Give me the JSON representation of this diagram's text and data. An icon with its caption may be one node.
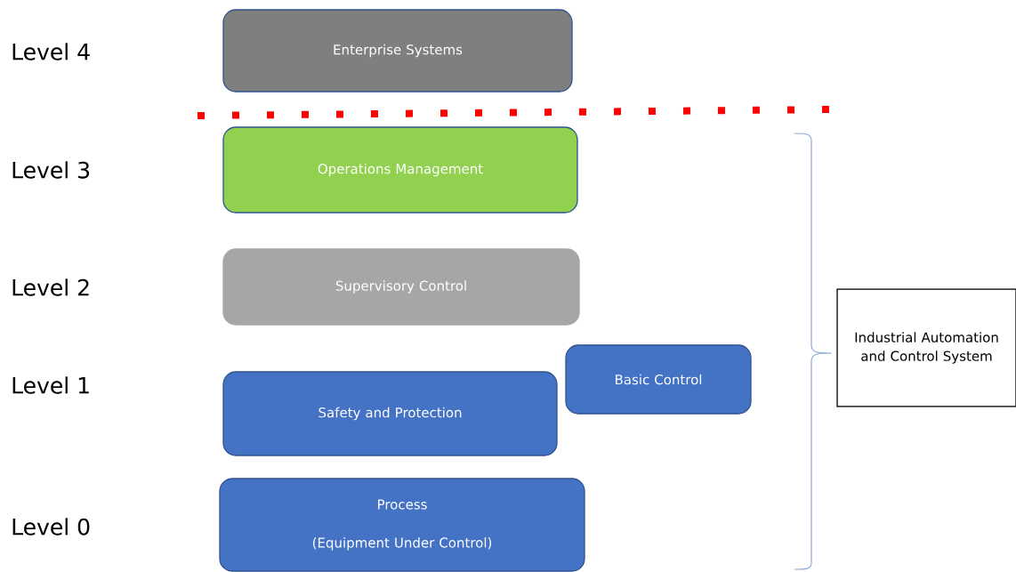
{
  "diagram": {
    "nodes": [
      {
        "text": [
          "Enterprise Systems"
        ]
      },
      {
        "text": [
          "Operations Management"
        ]
      },
      {
        "text": [
          "Supervisory Control"
        ]
      },
      {
        "text": [
          "Basic Control"
        ]
      },
      {
        "text": [
          "Safety and Protection"
        ]
      },
      {
        "text": [
          "Process",
          "(Equipment Under Control)"
        ]
      },
      {
        "text": [
          "Industrial Automation and Control System"
        ]
      }
    ],
    "labels": [
      "Level 4",
      "Level 3",
      "Level 2",
      "Level 1",
      "Level 0"
    ]
  }
}
